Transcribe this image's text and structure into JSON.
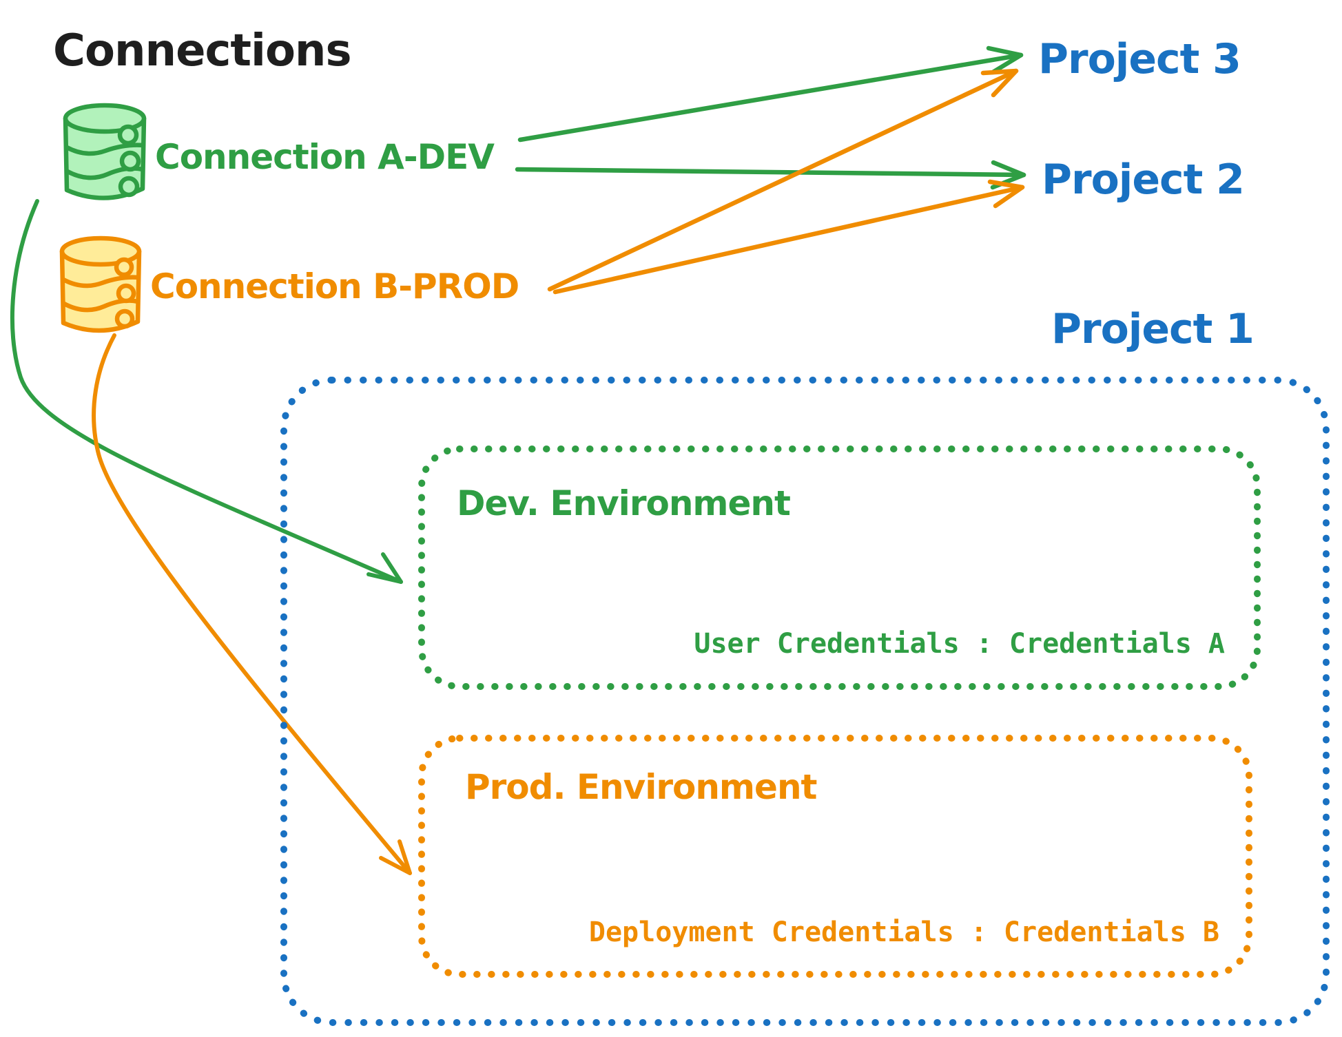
{
  "title": "Connections",
  "palette": {
    "black": "#1e1e1e",
    "green_stroke": "#2f9e44",
    "green_fill": "#b2f2bb",
    "orange_stroke": "#f08c00",
    "orange_fill": "#ffec99",
    "blue": "#1971c2",
    "background": "#ffffff"
  },
  "connections": [
    {
      "label": "Connection A-DEV",
      "icon": "database-icon",
      "color": "#2f9e44",
      "fill": "#b2f2bb"
    },
    {
      "label": "Connection B-PROD",
      "icon": "database-icon",
      "color": "#f08c00",
      "fill": "#ffec99"
    }
  ],
  "projects": [
    {
      "label": "Project 3"
    },
    {
      "label": "Project 2"
    },
    {
      "label": "Project 1"
    }
  ],
  "project1_detail": {
    "environments": [
      {
        "title": "Dev. Environment",
        "credentials": "User Credentials : Credentials A",
        "stroke": "#2f9e44",
        "fill": "#b2f2bb"
      },
      {
        "title": "Prod. Environment",
        "credentials": "Deployment Credentials : Credentials B",
        "stroke": "#f08c00",
        "fill": "#ffec99"
      }
    ]
  },
  "edges": [
    {
      "from": "Connection A-DEV",
      "to": "Project 3",
      "style": "straight-arrow",
      "color": "#2f9e44"
    },
    {
      "from": "Connection A-DEV",
      "to": "Project 2",
      "style": "straight-arrow",
      "color": "#2f9e44"
    },
    {
      "from": "Connection B-PROD",
      "to": "Project 3",
      "style": "straight-arrow",
      "color": "#f08c00"
    },
    {
      "from": "Connection B-PROD",
      "to": "Project 2",
      "style": "straight-arrow",
      "color": "#f08c00"
    },
    {
      "from": "Connection A-DEV",
      "to": "Dev. Environment",
      "style": "curved-arrow",
      "color": "#2f9e44"
    },
    {
      "from": "Connection B-PROD",
      "to": "Prod. Environment",
      "style": "curved-arrow",
      "color": "#f08c00"
    }
  ]
}
